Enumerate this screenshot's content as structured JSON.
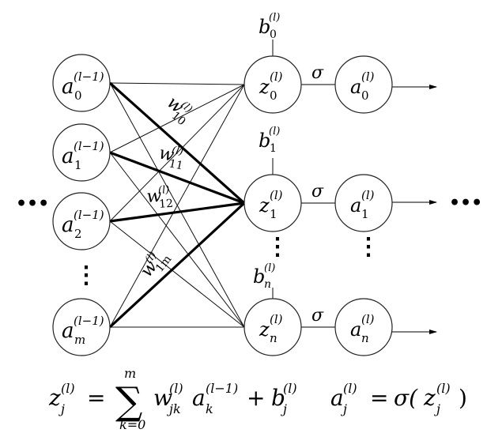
{
  "diagram": {
    "title": "Fully connected layer l of a neural network",
    "input_layer": {
      "nodes": [
        {
          "base": "a",
          "sub": "0",
          "sup": "(l−1)"
        },
        {
          "base": "a",
          "sub": "1",
          "sup": "(l−1)"
        },
        {
          "base": "a",
          "sub": "2",
          "sup": "(l−1)"
        },
        {
          "base": "a",
          "sub": "m",
          "sup": "(l−1)"
        }
      ],
      "ellipsis_vertical": "⋮"
    },
    "preactivation_layer": {
      "nodes": [
        {
          "base": "z",
          "sub": "0",
          "sup": "(l)"
        },
        {
          "base": "z",
          "sub": "1",
          "sup": "(l)"
        },
        {
          "base": "z",
          "sub": "n",
          "sup": "(l)"
        }
      ],
      "ellipsis_vertical": "⋮"
    },
    "biases": [
      {
        "base": "b",
        "sub": "0",
        "sup": "(l)"
      },
      {
        "base": "b",
        "sub": "1",
        "sup": "(l)"
      },
      {
        "base": "b",
        "sub": "n",
        "sup": "(l)"
      }
    ],
    "activation_label": "σ",
    "output_layer": {
      "nodes": [
        {
          "base": "a",
          "sub": "0",
          "sup": "(l)"
        },
        {
          "base": "a",
          "sub": "1",
          "sup": "(l)"
        },
        {
          "base": "a",
          "sub": "n",
          "sup": "(l)"
        }
      ],
      "ellipsis_vertical": "⋮"
    },
    "weight_labels": [
      {
        "base": "w",
        "sub": "10",
        "sup": "(l)"
      },
      {
        "base": "w",
        "sub": "11",
        "sup": "(l)"
      },
      {
        "base": "w",
        "sub": "12",
        "sup": "(l)"
      },
      {
        "base": "w",
        "sub": "1m",
        "sup": "(l)"
      }
    ],
    "highlighted_target": "z1",
    "ellipsis_left": "•••",
    "ellipsis_right": "•••",
    "formulas": {
      "preactivation": {
        "lhs": {
          "base": "z",
          "sub": "j",
          "sup": "(l)"
        },
        "equals": "=",
        "sum_symbol": "∑",
        "sum_upper": "m",
        "sum_lower": "k=0",
        "weight": {
          "base": "w",
          "sub": "jk",
          "sup": "(l)"
        },
        "input": {
          "base": "a",
          "sub": "k",
          "sup": "(l−1)"
        },
        "plus": "+",
        "bias": {
          "base": "b",
          "sub": "j",
          "sup": "(l)"
        }
      },
      "activation": {
        "lhs": {
          "base": "a",
          "sub": "j",
          "sup": "(l)"
        },
        "equals": "=",
        "func": "σ(",
        "arg": {
          "base": "z",
          "sub": "j",
          "sup": "(l)"
        },
        "close": ")"
      }
    }
  }
}
